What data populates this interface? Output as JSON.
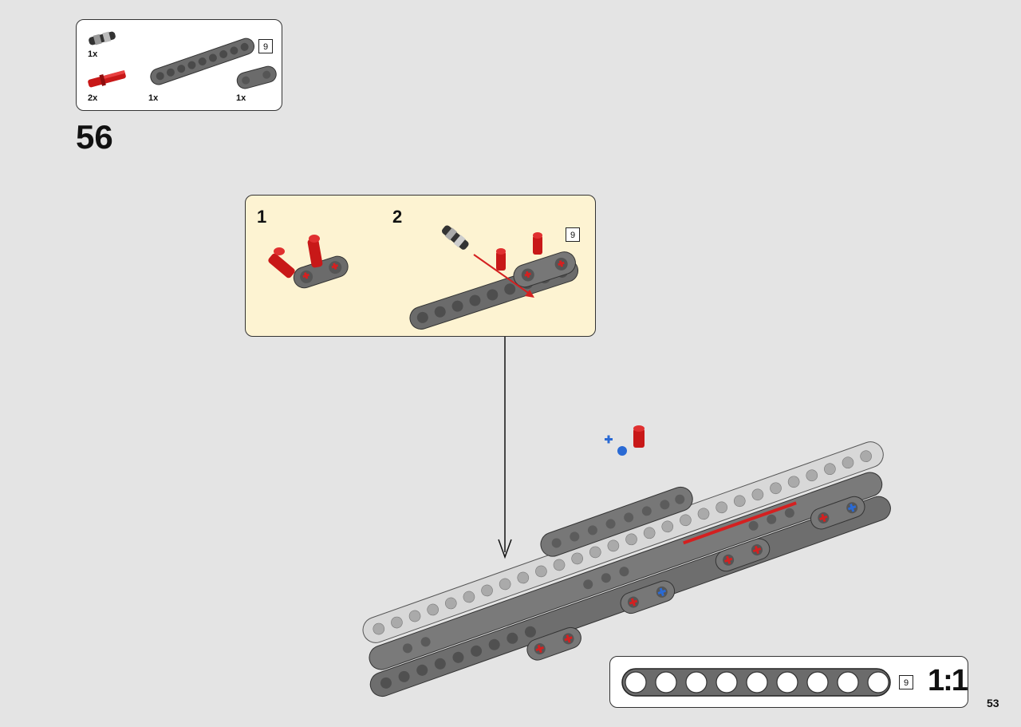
{
  "parts_list": {
    "items": [
      {
        "icon": "connector-pin-icon",
        "qty": "1x"
      },
      {
        "icon": "red-axle-pin-icon",
        "qty": "2x"
      },
      {
        "icon": "beam-9-icon",
        "qty": "1x",
        "length": "9"
      },
      {
        "icon": "double-hole-beam-icon",
        "qty": "1x"
      }
    ]
  },
  "step": {
    "number": "56"
  },
  "callout": {
    "sub_steps": [
      {
        "number": "1"
      },
      {
        "number": "2",
        "length": "9"
      }
    ]
  },
  "scale": {
    "length": "9",
    "label": "1:1"
  },
  "page": {
    "number": "53"
  },
  "colors": {
    "background": "#e4e4e4",
    "callout_bg": "#fdf3d2",
    "beam_dark": "#6b6b6b",
    "beam_light": "#d8d8d8",
    "red_part": "#d42020",
    "blue_part": "#2a6ad4"
  }
}
